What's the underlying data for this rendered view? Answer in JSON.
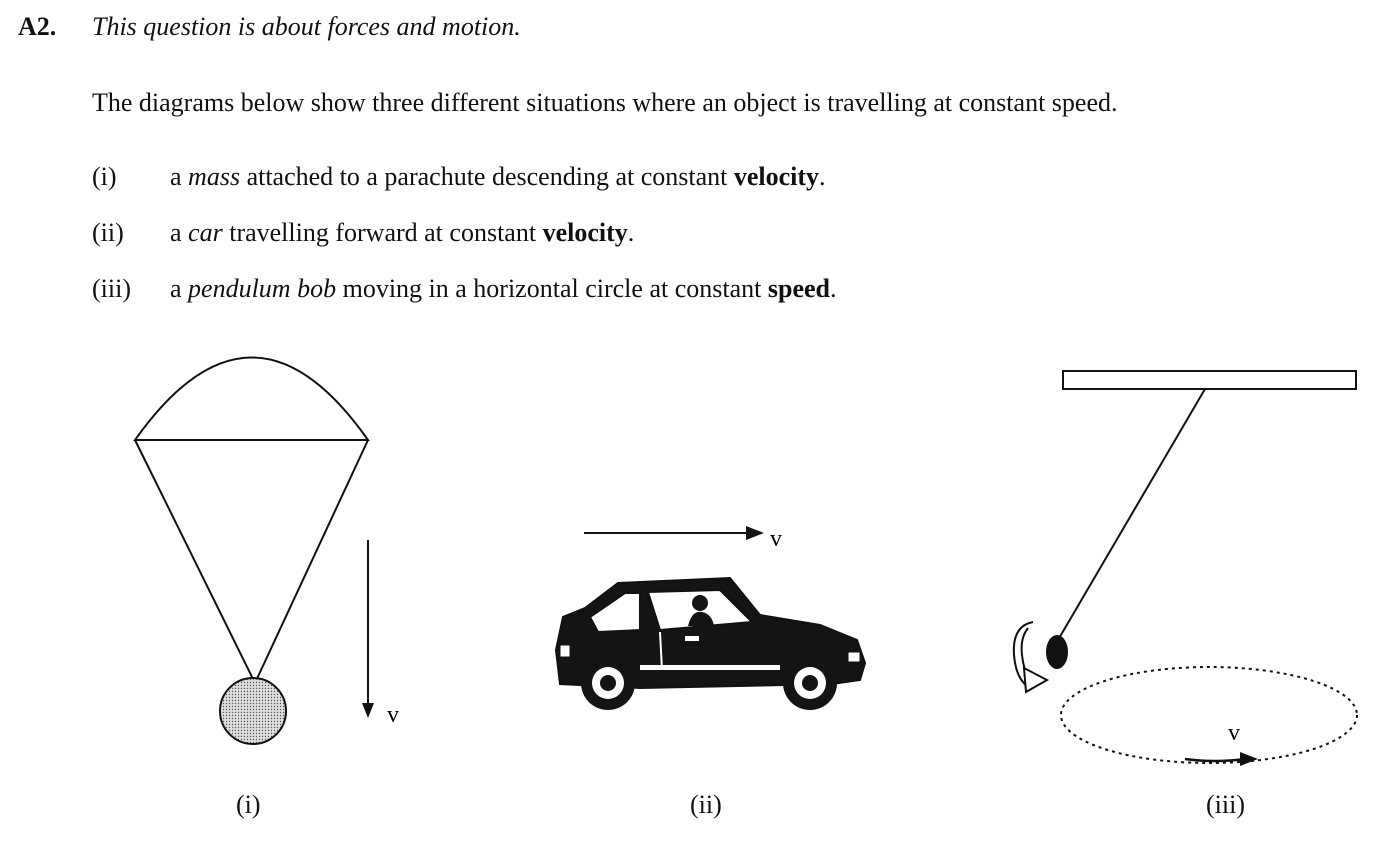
{
  "question": {
    "number": "A2.",
    "heading": "This question is about forces and motion.",
    "intro": "The diagrams below show three different situations where an object is travelling at constant speed.",
    "items": [
      {
        "label": "(i)",
        "pre": "a ",
        "object": "mass",
        "mid": " attached to a parachute descending at constant ",
        "emph": "velocity",
        "end": "."
      },
      {
        "label": "(ii)",
        "pre": "a ",
        "object": "car",
        "mid": " travelling forward at constant ",
        "emph": "velocity",
        "end": "."
      },
      {
        "label": "(iii)",
        "pre": "a ",
        "object": "pendulum bob",
        "mid": " moving in a horizontal circle at constant ",
        "emph": "speed",
        "end": "."
      }
    ]
  },
  "diagrams": {
    "parachute": {
      "caption": "(i)",
      "velocity_label": "v"
    },
    "car": {
      "caption": "(ii)",
      "velocity_label": "v"
    },
    "pendulum": {
      "caption": "(iii)",
      "velocity_label": "v"
    }
  }
}
